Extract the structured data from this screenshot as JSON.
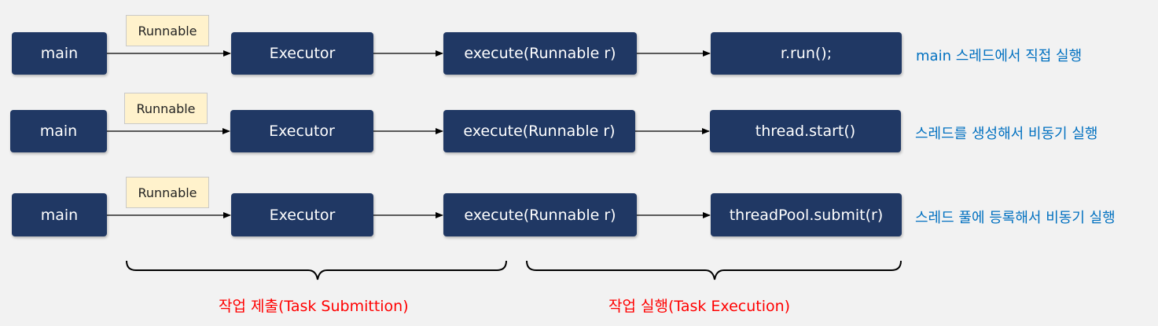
{
  "rows": [
    {
      "main": "main",
      "tag": "Runnable",
      "executor": "Executor",
      "execute": "execute(Runnable r)",
      "action": "r.run();",
      "note": "main 스레드에서 직접 실행"
    },
    {
      "main": "main",
      "tag": "Runnable",
      "executor": "Executor",
      "execute": "execute(Runnable r)",
      "action": "thread.start()",
      "note": "스레드를 생성해서 비동기 실행"
    },
    {
      "main": "main",
      "tag": "Runnable",
      "executor": "Executor",
      "execute": "execute(Runnable r)",
      "action": "threadPool.submit(r)",
      "note": "스레드 풀에 등록해서 비동기 실행"
    }
  ],
  "labels": {
    "submission": "작업 제출(Task Submittion)",
    "execution": "작업 실행(Task Execution)"
  },
  "colors": {
    "box": "#203864",
    "tag": "#fff2cc",
    "note": "#0070c0",
    "label": "#ff0000",
    "background": "#f2f2f2"
  }
}
